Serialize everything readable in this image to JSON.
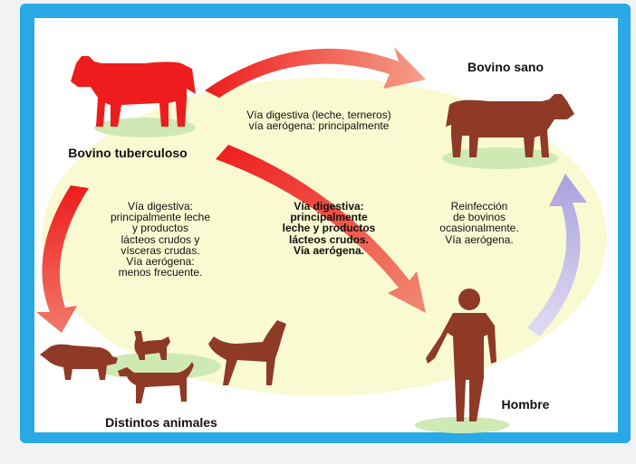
{
  "nodes": {
    "infected_cattle": {
      "label": "Bovino tuberculoso",
      "color": "#ee1c1c"
    },
    "healthy_cattle": {
      "label": "Bovino sano",
      "color": "#8e3a26"
    },
    "animals": {
      "label": "Distintos animales",
      "color": "#8e3a26"
    },
    "human": {
      "label": "Hombre",
      "color": "#8e3a26"
    }
  },
  "edges": {
    "cattle_to_cattle": "Vía digestiva (leche, terneros)\nvía aerógena: principalmente",
    "cattle_to_animals": "Vía digestiva:\nprincipalmente leche\ny productos\nlácteos crudos y\nvísceras crudas.\nVía aerógena:\nmenos frecuente.",
    "cattle_to_human": "Vía digestiva:\nprincipalmente\nleche y productos\nlácteos crudos.\nVía aerógena.",
    "human_to_cattle": "Reinfección\nde bovinos\nocasionalmente.\nVía aerógena."
  },
  "colors": {
    "frame": "#29a9e6",
    "background_ellipse": "#fafad2",
    "ground_patch": "#cfe9b5",
    "arrow_red": "#ee2222",
    "arrow_lilac": "#b8b2e0"
  }
}
